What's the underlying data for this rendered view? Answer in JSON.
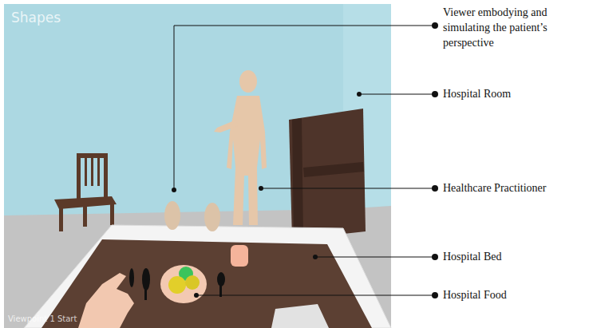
{
  "diagram": {
    "labels": [
      "Shapes",
      "Viewer embodying and simulating the patient’s perspective",
      "Hospital Room",
      "Healthcare Practitioner",
      "Hospital Bed",
      "Hospital Food",
      "Viewpoint 1 Start"
    ]
  }
}
